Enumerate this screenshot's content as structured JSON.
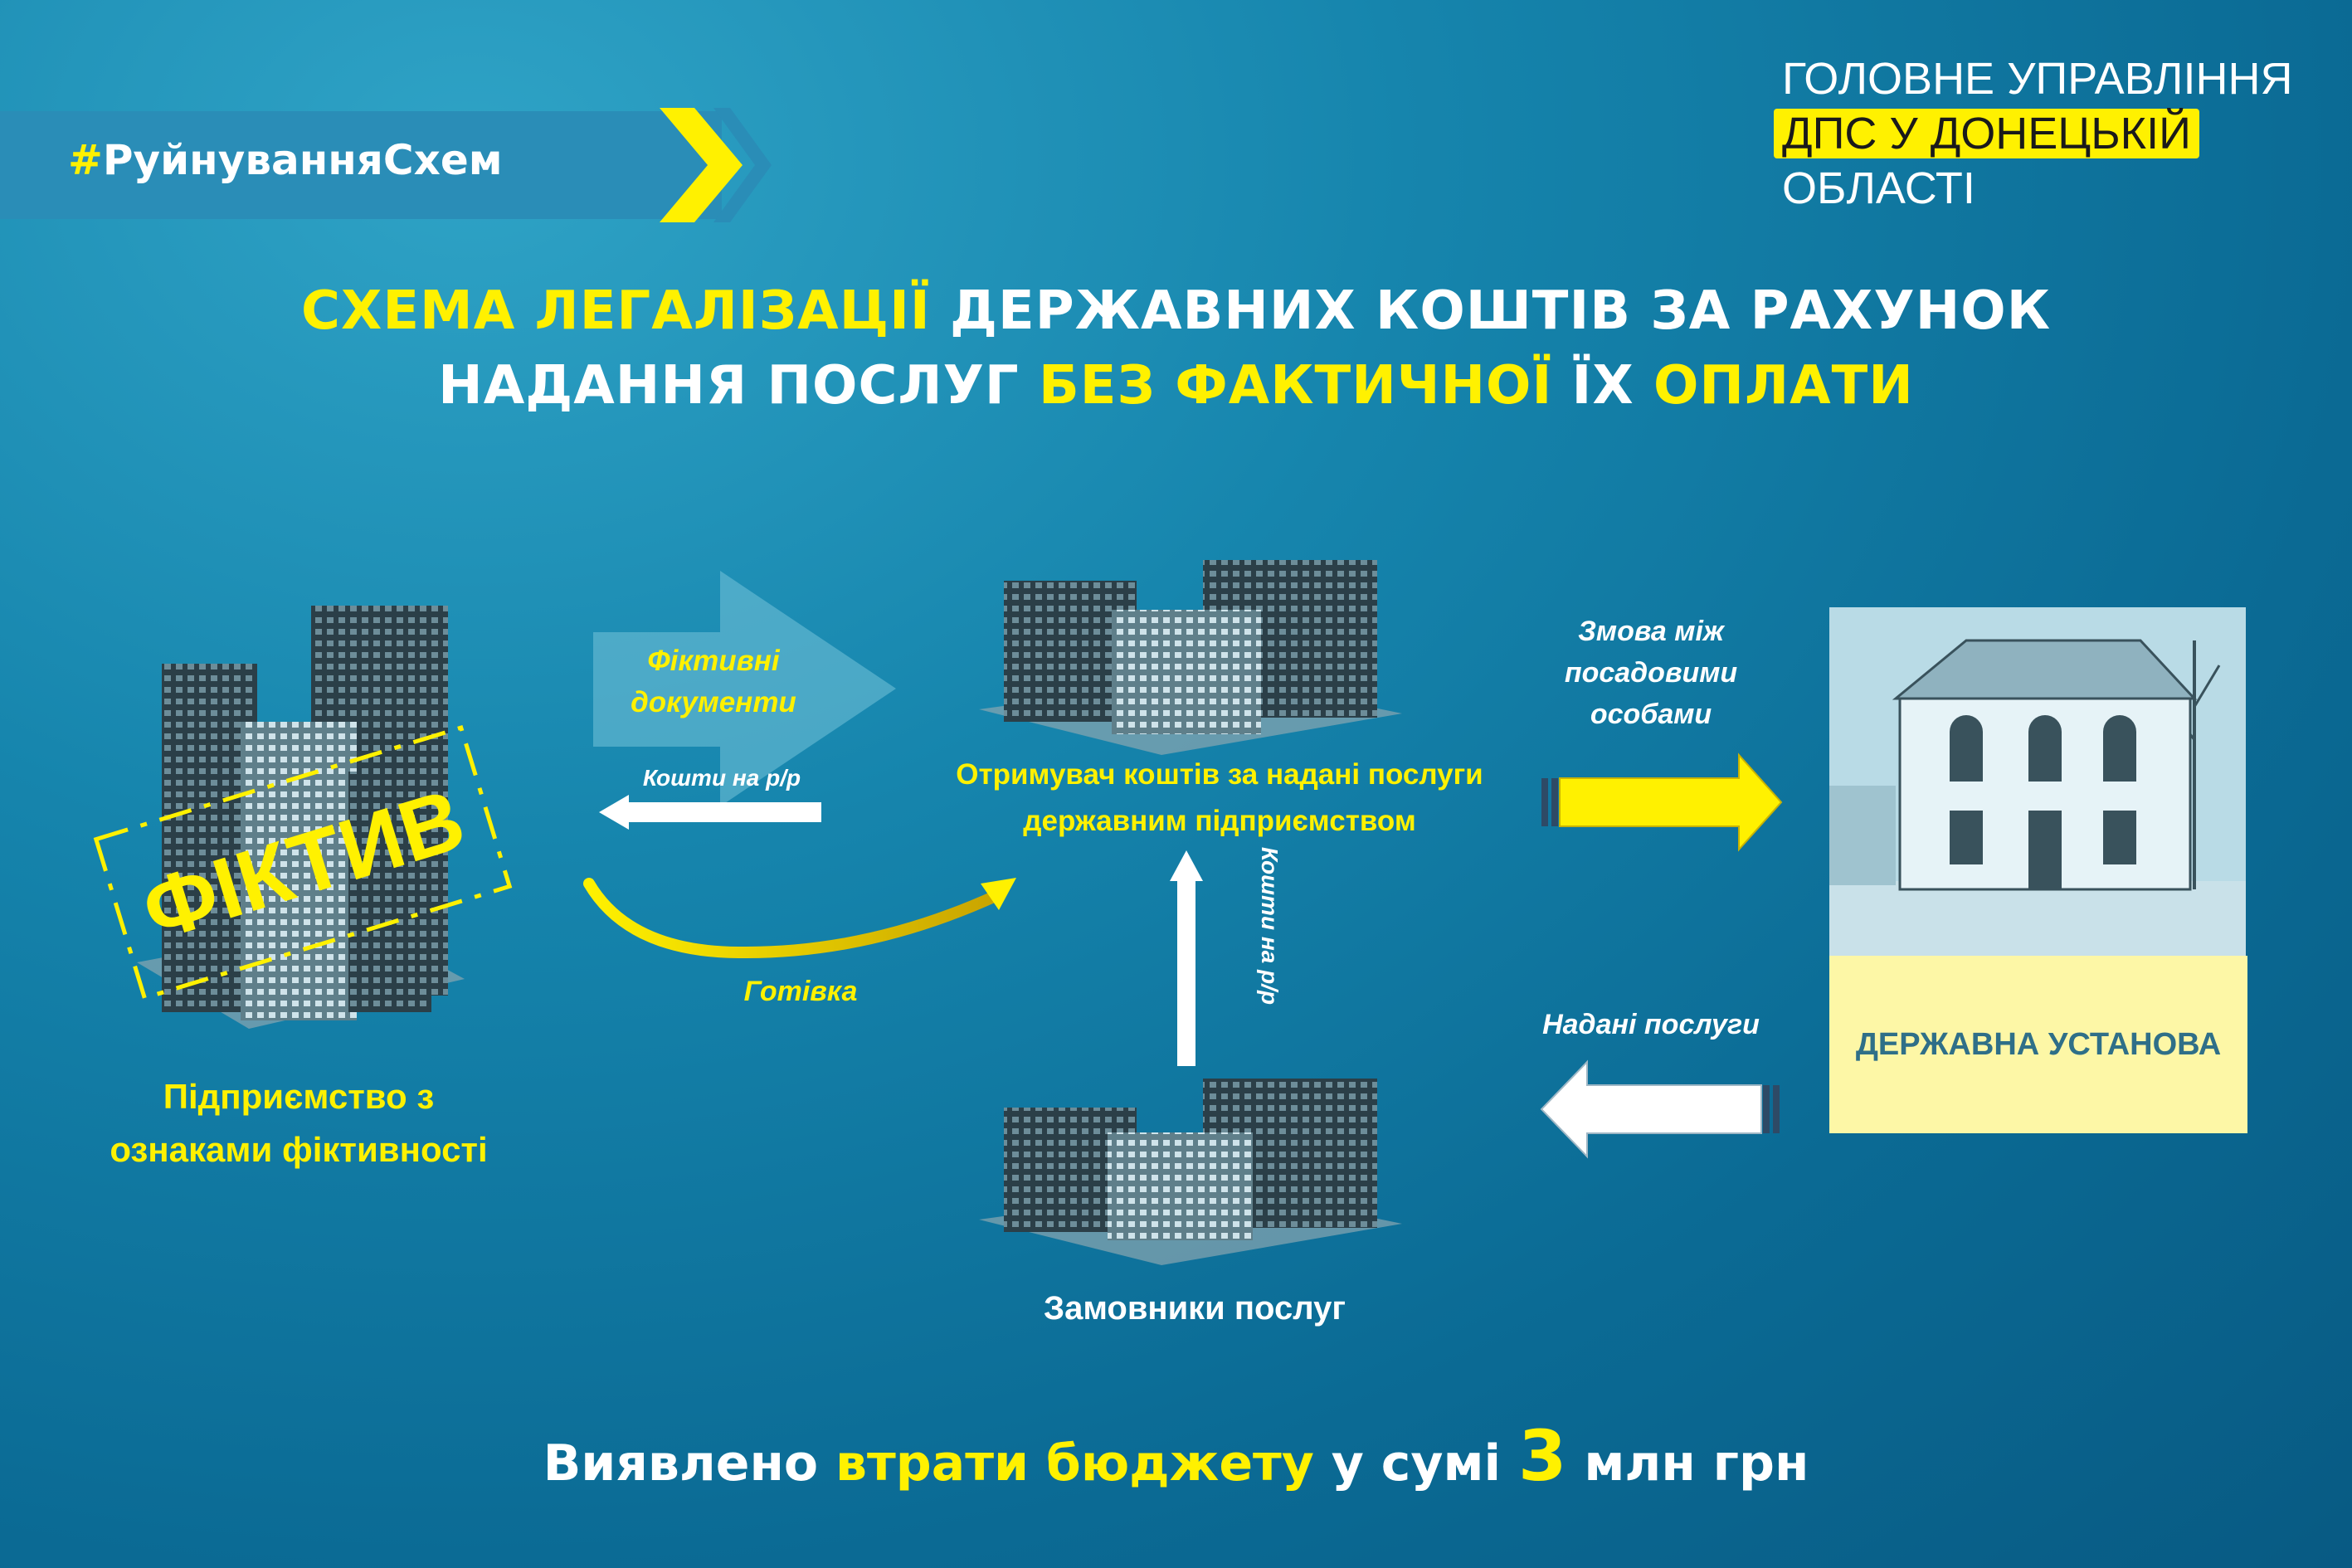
{
  "banner": {
    "hashtag": "#РуйнуванняСхем"
  },
  "org": {
    "line1": "ГОЛОВНЕ УПРАВЛІННЯ",
    "line2": "ДПС У ДОНЕЦЬКІЙ",
    "line3": "ОБЛАСТІ"
  },
  "title": {
    "l1_a": "СХЕМА ЛЕГАЛІЗАЦІЇ",
    "l1_b": " ДЕРЖАВНИХ КОШТІВ ЗА РАХУНОК",
    "l2_a": "НАДАННЯ ПОСЛУГ ",
    "l2_b": "БЕЗ ФАКТИЧНОЇ",
    "l2_c": " ЇХ ",
    "l2_d": "ОПЛАТИ"
  },
  "scheme": {
    "fake_stamp": "ФІКТИВ",
    "fake_line1": "Підприємство з",
    "fake_line2": "ознаками фіктивності",
    "docs_line1": "Фіктивні",
    "docs_line2": "документи",
    "money_transfer": "Кошти на р/р",
    "cash": "Готівка",
    "receiver_line1": "Отримувач коштів за надані послуги",
    "receiver_line2": "державним підприємством",
    "money_transfer_vertical": "Кошти на р/р",
    "customers": "Замовники послуг",
    "collusion_line1": "Змова між",
    "collusion_line2": "посадовими",
    "collusion_line3": "особами",
    "services_provided": "Надані послуги",
    "state_institution": "ДЕРЖАВНА УСТАНОВА"
  },
  "footer": {
    "a": "Виявлено ",
    "b": "втрати бюджету",
    "c": " у сумі ",
    "d": "3",
    "e": " млн грн"
  },
  "colors": {
    "accent": "#fff100",
    "background": "#1685ad",
    "banner": "#2a8db7",
    "gov_box": "#fdf7a6"
  }
}
